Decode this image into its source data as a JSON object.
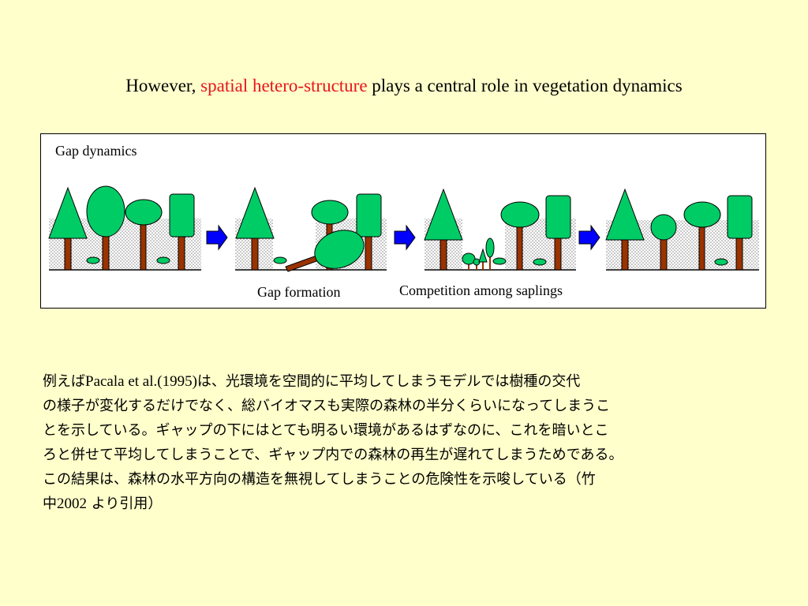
{
  "title": {
    "prefix": "However, ",
    "highlight": "spatial hetero-structure",
    "suffix": " plays a central role in vegetation dynamics",
    "highlight_color": "#E8141B"
  },
  "diagram": {
    "heading": "Gap dynamics",
    "label_gap_formation": "Gap formation",
    "label_competition": "Competition among saplings",
    "colors": {
      "crown": "#00CC66",
      "trunk": "#993300",
      "arrow": "#0000FF",
      "stipple": "#D0D0D0"
    }
  },
  "body": {
    "line1_pre": "例えば",
    "line1_ref": "Pacala et al.(1995)",
    "line1_post": "は、光環境を空間的に平均してしまうモデルでは樹種の交代",
    "line2": "の様子が変化するだけでなく、総バイオマスも実際の森林の半分くらいになってしまうこ",
    "line3": "とを示している。ギャップの下にはとても明るい環境があるはずなのに、これを暗いとこ",
    "line4": "ろと併せて平均してしまうことで、ギャップ内での森林の再生が遅れてしまうためである。",
    "line5": "この結果は、森林の水平方向の構造を無視してしまうことの危険性を示唆している（竹",
    "line6_pre": "中",
    "line6_ref": "2002",
    "line6_post": " より引用）"
  }
}
